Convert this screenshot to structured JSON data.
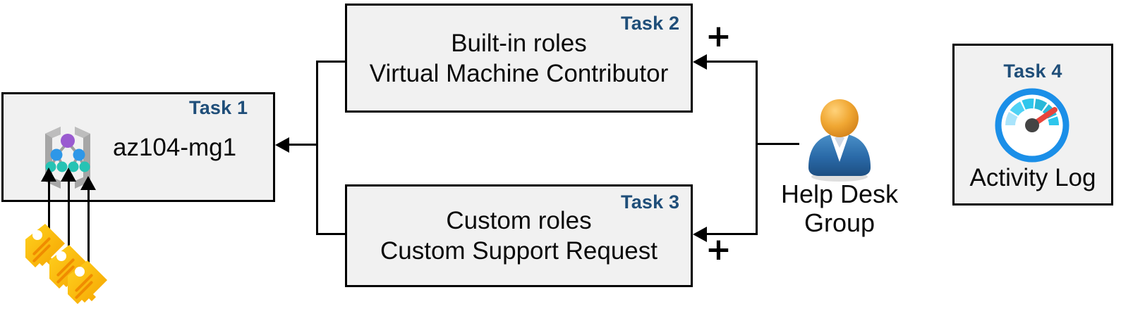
{
  "diagram": {
    "title": "Azure RBAC management group task diagram",
    "accent_task_color": "#1f4e79",
    "box_fill": "#f1f1f1",
    "box_border": "#000000",
    "boxes": [
      {
        "id": "task1",
        "tag": "Task 1",
        "label": "az104-mg1",
        "icon": "management-group-icon"
      },
      {
        "id": "task2",
        "tag": "Task 2",
        "line1": "Built-in roles",
        "line2": "Virtual Machine Contributor"
      },
      {
        "id": "task3",
        "tag": "Task 3",
        "line1": "Custom roles",
        "line2": "Custom Support Request"
      },
      {
        "id": "task4",
        "tag": "Task 4",
        "label": "Activity Log",
        "icon": "activity-log-gauge-icon"
      }
    ],
    "actor": {
      "icon": "user-group-icon",
      "line1": "Help Desk",
      "line2": "Group"
    },
    "keys": {
      "icon": "keys-icon",
      "count": 3,
      "color_light": "#ffd21f",
      "color_dark": "#f5a300"
    },
    "connectors": {
      "plus_top": "+",
      "plus_bottom": "+"
    },
    "icon_colors": {
      "mg_bracket": "#a6a6a6",
      "mg_root_node": "#9a5bd0",
      "mg_mid_node": "#2e97e8",
      "mg_leaf_node": "#27c3b4",
      "gauge_ring": "#1b8fe8",
      "gauge_needle": "#e8453c",
      "gauge_hub": "#444444",
      "user_head": "#ef9b24",
      "user_body": "#2a6aa8"
    }
  }
}
